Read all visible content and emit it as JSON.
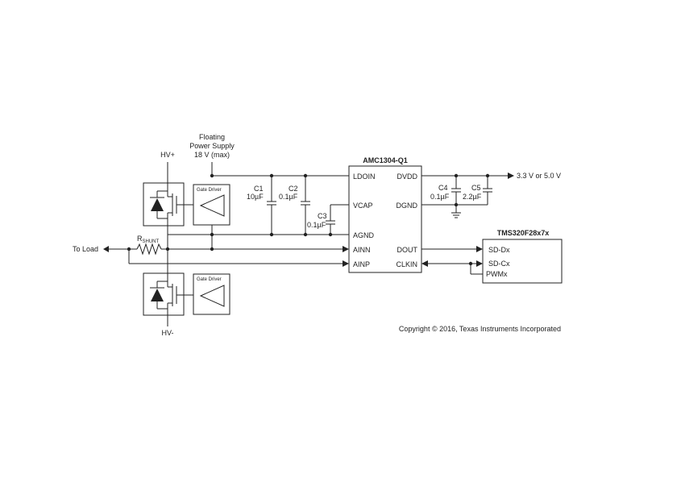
{
  "supply": {
    "line1": "Floating",
    "line2": "Power Supply",
    "line3": "18 V (max)"
  },
  "hv_plus": "HV+",
  "hv_minus": "HV-",
  "to_load": "To Load",
  "rshunt": {
    "main": "R",
    "sub": "SHUNT"
  },
  "gate_driver": "Gate Driver",
  "amc": {
    "name": "AMC1304-Q1",
    "pins_left": [
      "LDOIN",
      "VCAP",
      "AGND",
      "AINN",
      "AINP"
    ],
    "pins_right": [
      "DVDD",
      "DGND",
      "DOUT",
      "CLKIN"
    ]
  },
  "caps": {
    "c1": {
      "name": "C1",
      "value": "10µF"
    },
    "c2": {
      "name": "C2",
      "value": "0.1µF"
    },
    "c3": {
      "name": "C3",
      "value": "0.1µF"
    },
    "c4": {
      "name": "C4",
      "value": "0.1µF"
    },
    "c5": {
      "name": "C5",
      "value": "2.2µF"
    }
  },
  "vout": "3.3 V or 5.0 V",
  "mcu": {
    "name": "TMS320F28x7x",
    "pins": [
      "SD-Dx",
      "SD-Cx",
      "PWMx"
    ]
  },
  "copyright": "Copyright © 2016, Texas Instruments Incorporated"
}
